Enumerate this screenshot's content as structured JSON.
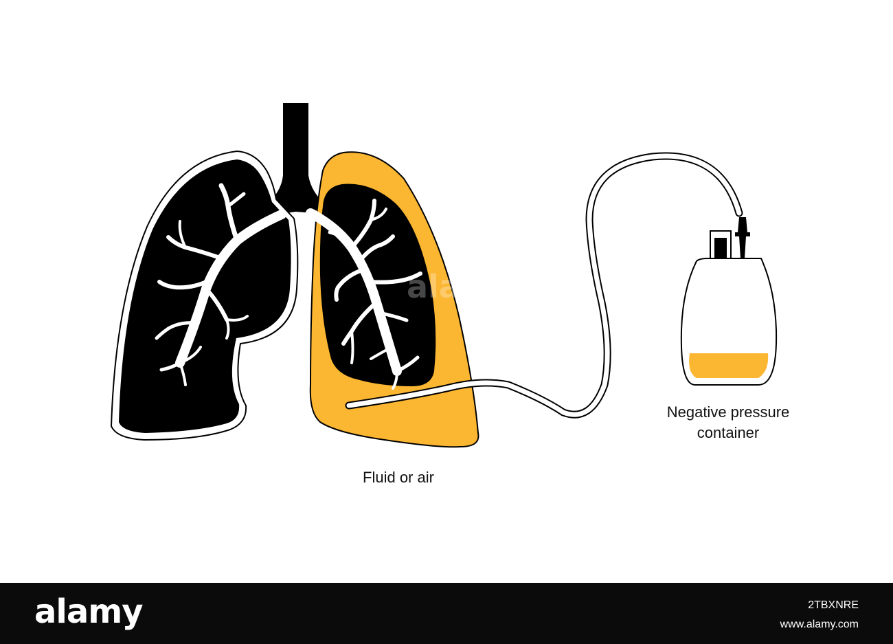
{
  "labels": {
    "fluid_or_air": "Fluid or air",
    "container_line1": "Negative pressure",
    "container_line2": "container"
  },
  "footer": {
    "logo": "alamy",
    "image_id": "2TBXNRE",
    "url": "www.alamy.com"
  },
  "watermark": "alamy",
  "colors": {
    "lung": "#000000",
    "fluid": "#FBB632",
    "bronchi": "#ffffff",
    "outline": "#000000",
    "footer_bg": "#0b0b0b"
  },
  "icons": [
    "lungs-icon",
    "trachea-icon",
    "drainage-tube-icon",
    "container-bottle-icon"
  ]
}
